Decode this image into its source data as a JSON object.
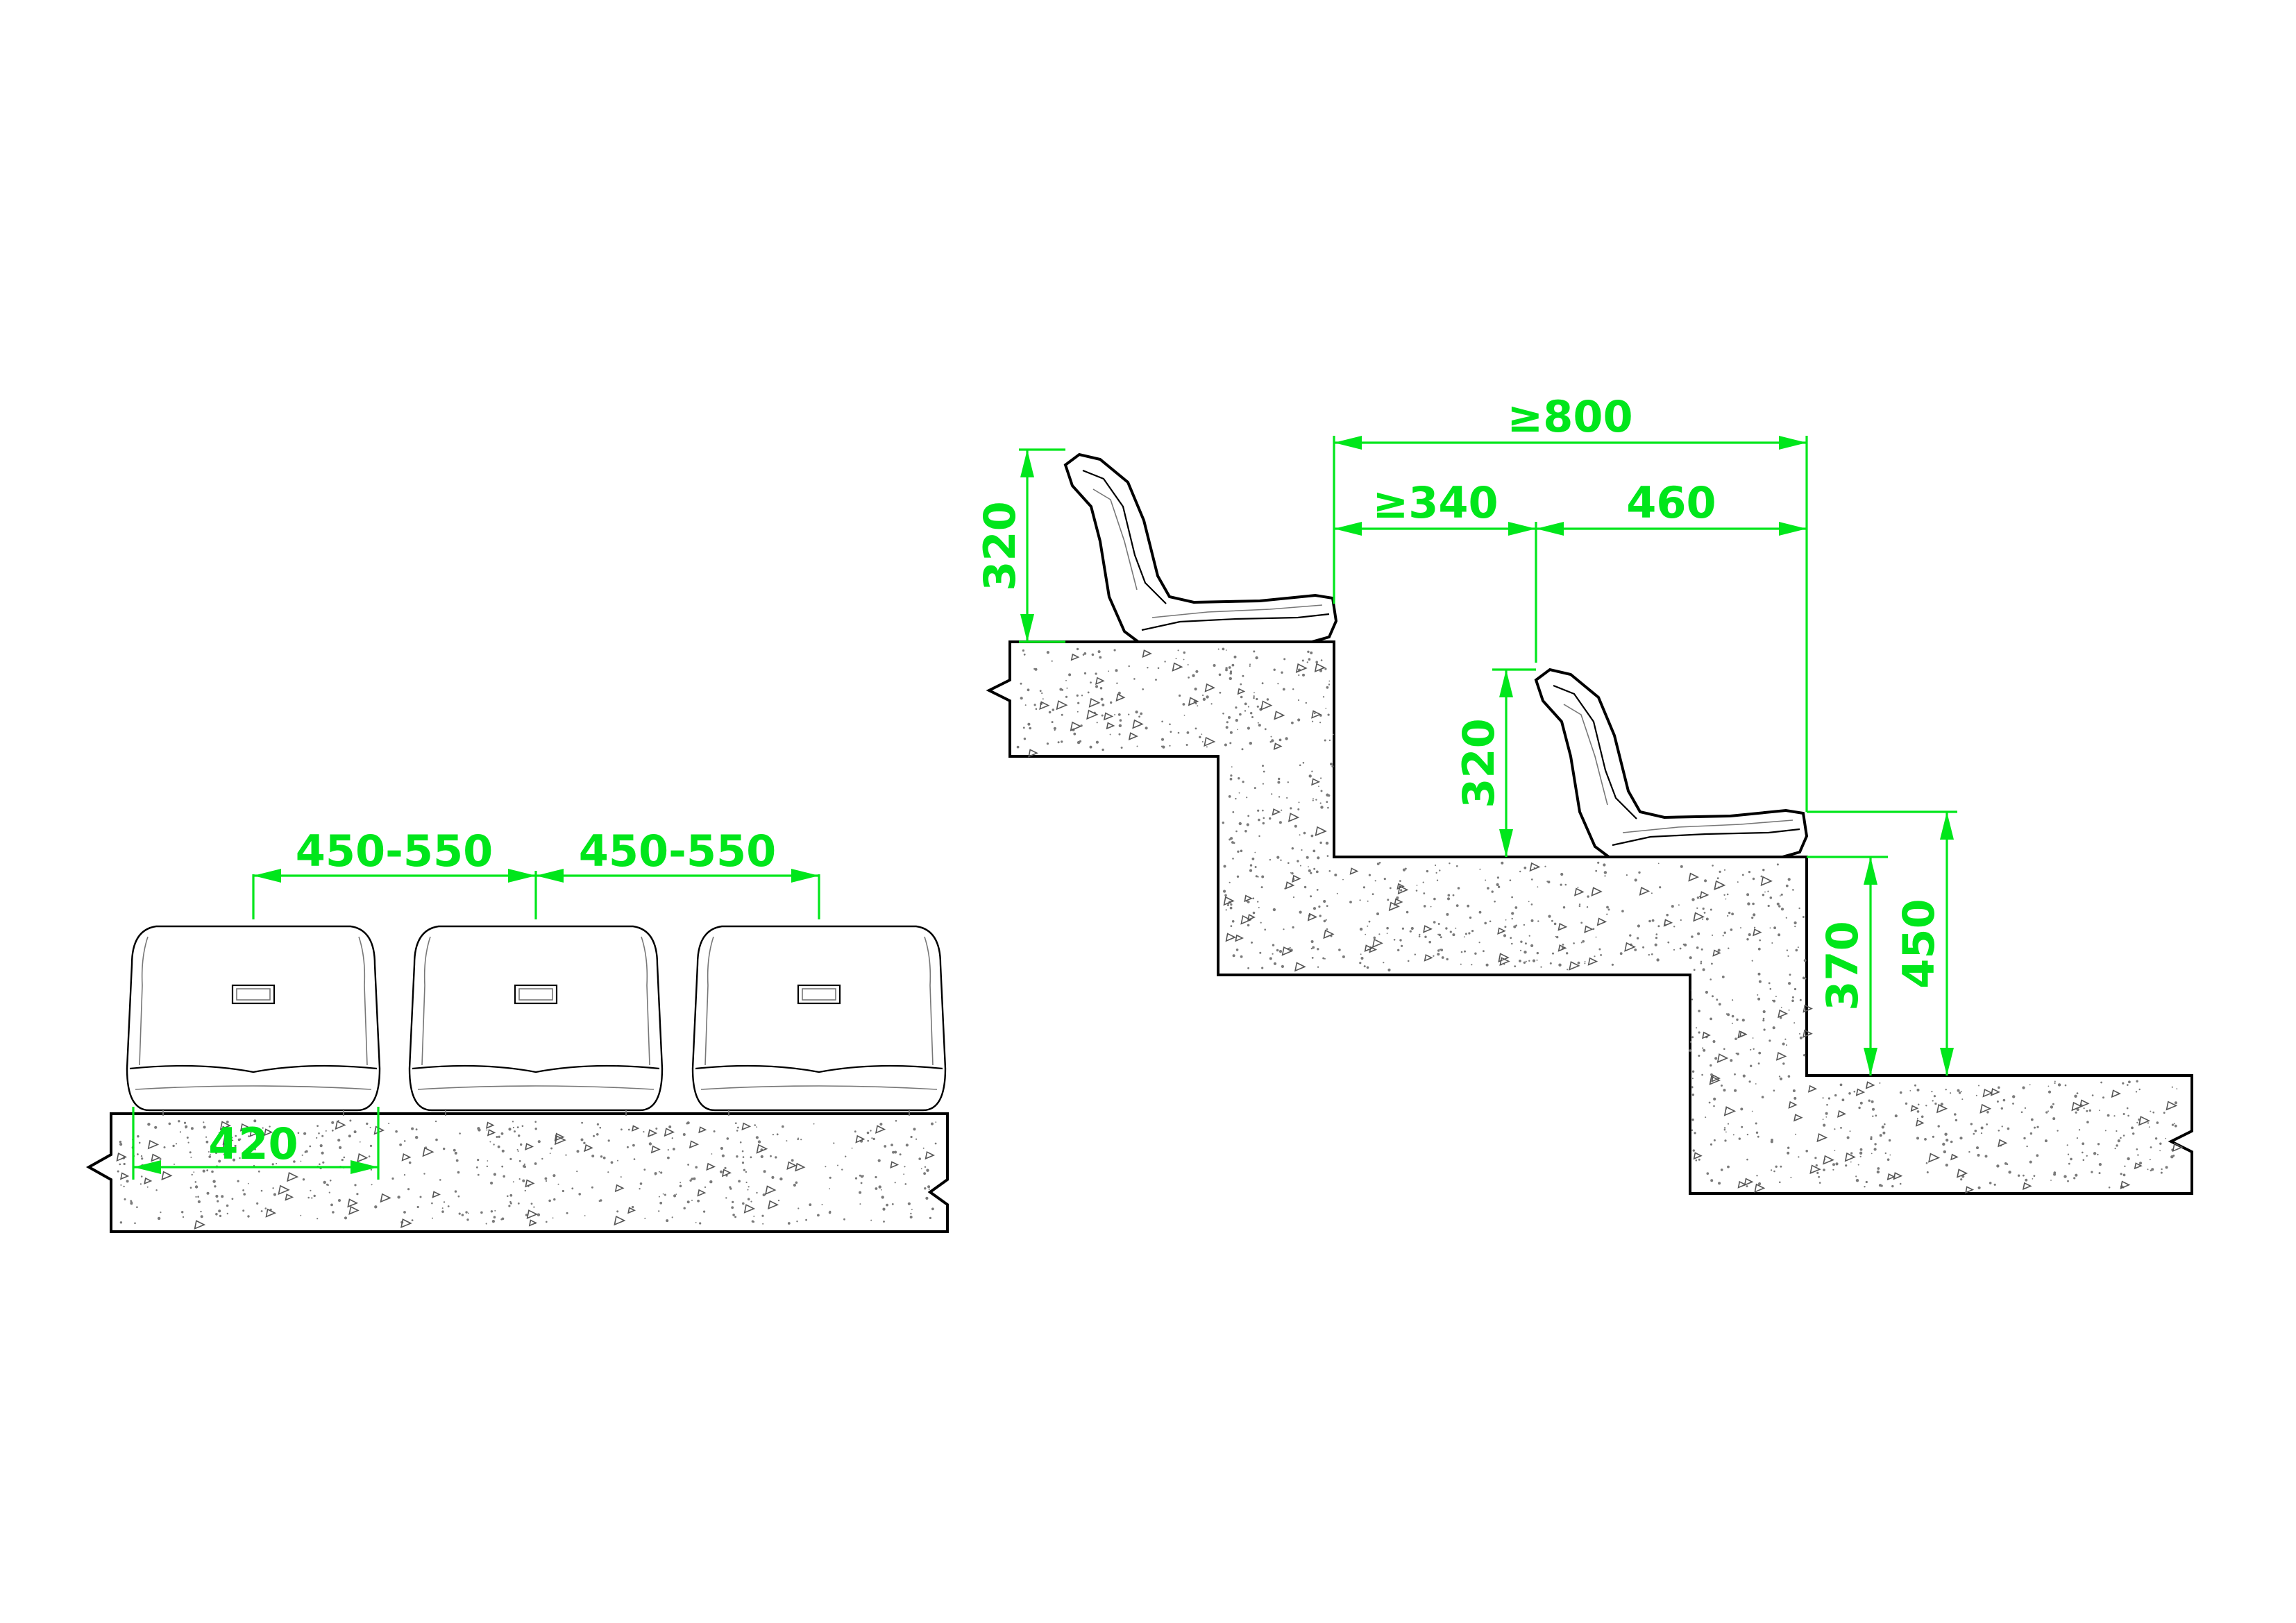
{
  "colors": {
    "dimension": "#00e61b",
    "outline": "#000000",
    "background": "#ffffff"
  },
  "front_view": {
    "seat_spacing_1": "450-550",
    "seat_spacing_2": "450-550",
    "seat_width": "420"
  },
  "section_view": {
    "row_depth": "≥800",
    "clearway": "≥340",
    "seat_depth": "460",
    "upper_back_height": "320",
    "lower_back_height": "320",
    "riser_height": "370",
    "seat_height": "450"
  }
}
